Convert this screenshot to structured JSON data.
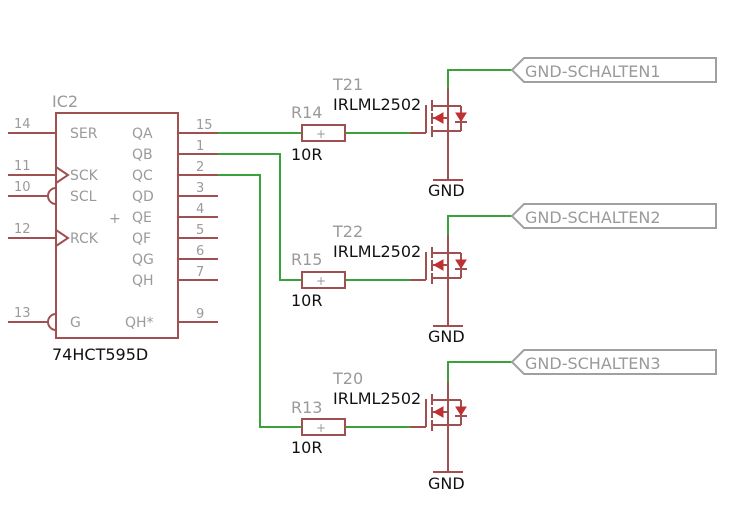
{
  "ic": {
    "name": "IC2",
    "value": "74HCT595D",
    "left_pins": [
      {
        "num": "14",
        "name": "SER"
      },
      {
        "num": "11",
        "name": "SCK"
      },
      {
        "num": "10",
        "name": "SCL"
      },
      {
        "num": "12",
        "name": "RCK"
      },
      {
        "num": "13",
        "name": "G"
      }
    ],
    "right_pins": [
      {
        "num": "15",
        "name": "QA"
      },
      {
        "num": "1",
        "name": "QB"
      },
      {
        "num": "2",
        "name": "QC"
      },
      {
        "num": "3",
        "name": "QD"
      },
      {
        "num": "4",
        "name": "QE"
      },
      {
        "num": "5",
        "name": "QF"
      },
      {
        "num": "6",
        "name": "QG"
      },
      {
        "num": "7",
        "name": "QH"
      },
      {
        "num": "9",
        "name": "QH*"
      }
    ],
    "center_mark": "+"
  },
  "channels": [
    {
      "resistor": "R14",
      "r_value": "10R",
      "transistor": "T21",
      "t_value": "IRLML2502",
      "ground": "GND",
      "net": "GND-SCHALTEN1"
    },
    {
      "resistor": "R15",
      "r_value": "10R",
      "transistor": "T22",
      "t_value": "IRLML2502",
      "ground": "GND",
      "net": "GND-SCHALTEN2"
    },
    {
      "resistor": "R13",
      "r_value": "10R",
      "transistor": "T20",
      "t_value": "IRLML2502",
      "ground": "GND",
      "net": "GND-SCHALTEN3"
    }
  ],
  "resistor_mark": "+",
  "colors": {
    "wire": "#3aa23a",
    "part": "#a05050",
    "label": "#9a9a9a",
    "value": "#111111"
  }
}
